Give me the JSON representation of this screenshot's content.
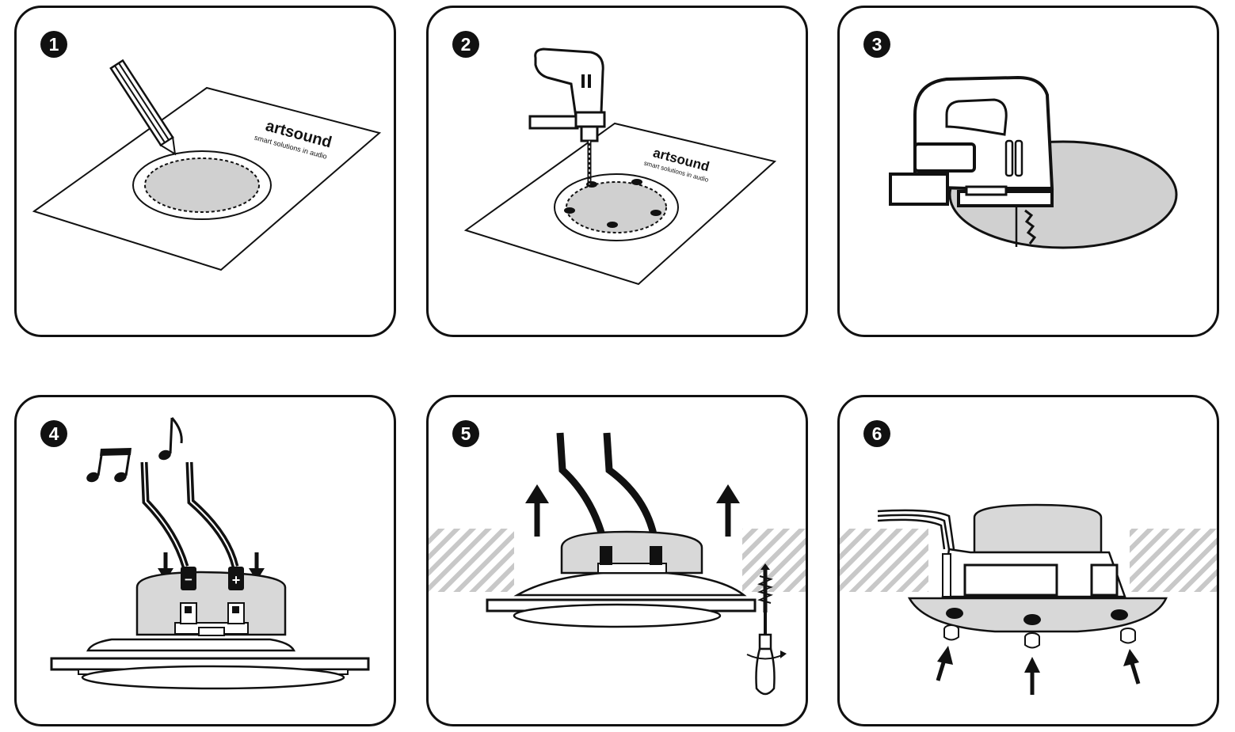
{
  "steps": [
    {
      "number": "1"
    },
    {
      "number": "2"
    },
    {
      "number": "3"
    },
    {
      "number": "4"
    },
    {
      "number": "5"
    },
    {
      "number": "6"
    }
  ],
  "template_brand": {
    "name": "artsound",
    "tagline": "smart solutions in audio"
  },
  "terminals": {
    "minus": "−",
    "plus": "+"
  },
  "colors": {
    "line": "#111111",
    "fill_grey": "#d0d0d0",
    "wall_hatch": "#c8c8c8"
  }
}
